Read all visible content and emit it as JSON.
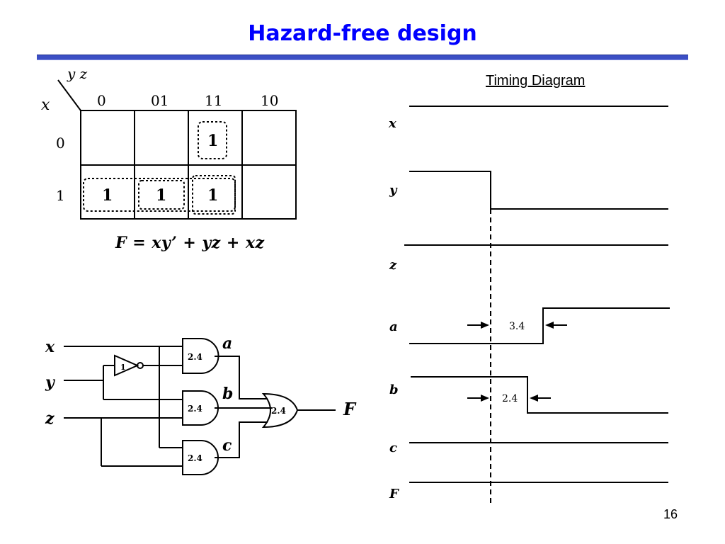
{
  "title": "Hazard-free design",
  "title_color": "#0000ff",
  "rule_color": "#3c4fc4",
  "page_number": "16",
  "kmap": {
    "row_var": "x",
    "col_vars": "y z",
    "col_headers": [
      "0",
      "01",
      "11",
      "10"
    ],
    "row_headers": [
      "0",
      "1"
    ],
    "cells": [
      [
        "",
        "",
        "1",
        ""
      ],
      [
        "1",
        "1",
        "1",
        ""
      ]
    ],
    "equation": "F = xy’ + yz + xz"
  },
  "circuit": {
    "inputs": [
      "x",
      "y",
      "z"
    ],
    "inverter_delay": "1",
    "and_gates": [
      {
        "delay": "2.4",
        "output": "a"
      },
      {
        "delay": "2.4",
        "output": "b"
      },
      {
        "delay": "2.4",
        "output": "c"
      }
    ],
    "or_gate_delay": "2.4",
    "output": "F"
  },
  "timing": {
    "title": "Timing Diagram",
    "signals": [
      "x",
      "y",
      "z",
      "a",
      "b",
      "c",
      "F"
    ],
    "a_delay_label": "3.4",
    "b_delay_label": "2.4"
  }
}
